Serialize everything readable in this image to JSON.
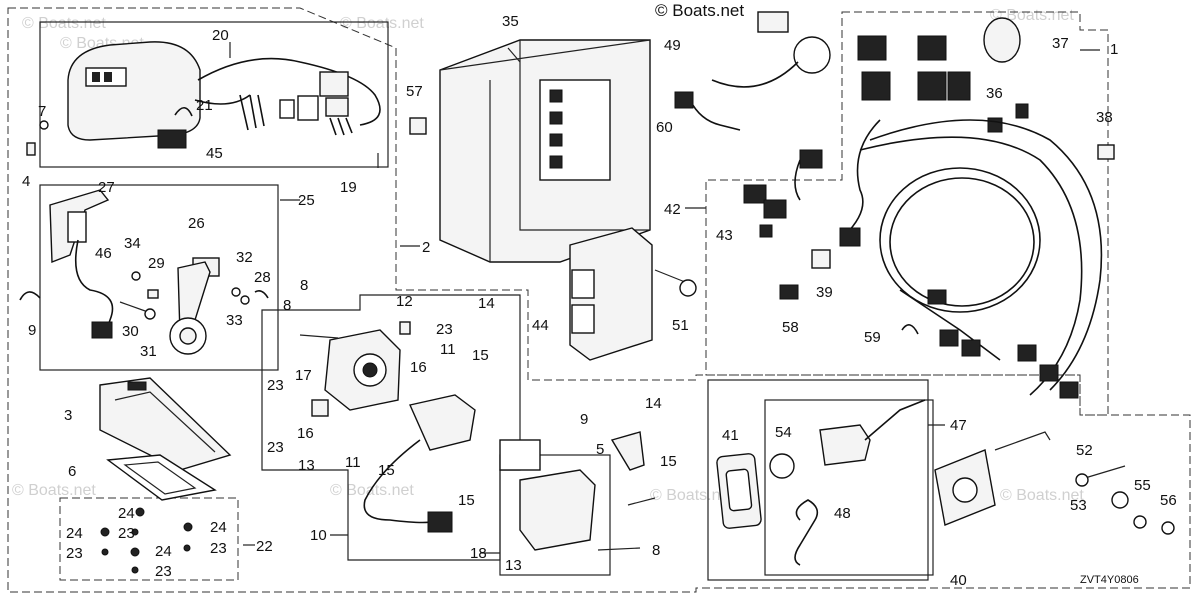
{
  "copyright": "© Boats.net",
  "watermark": "© Boats.net",
  "diagram_code": "ZVT4Y0806",
  "labels": {
    "p1": "1",
    "p2": "2",
    "p3": "3",
    "p4": "4",
    "p5": "5",
    "p6": "6",
    "p7": "7",
    "p8a": "8",
    "p8b": "8",
    "p8c": "8",
    "p9a": "9",
    "p9b": "9",
    "p10": "10",
    "p11a": "11",
    "p11b": "11",
    "p12": "12",
    "p13a": "13",
    "p13b": "13",
    "p14a": "14",
    "p14b": "14",
    "p15a": "15",
    "p15b": "15",
    "p15c": "15",
    "p15d": "15",
    "p16a": "16",
    "p16b": "16",
    "p17": "17",
    "p18": "18",
    "p19": "19",
    "p20": "20",
    "p21": "21",
    "p22": "22",
    "p23a": "23",
    "p23b": "23",
    "p23c": "23",
    "p23d": "23",
    "p23e": "23",
    "p23f": "23",
    "p23g": "23",
    "p24a": "24",
    "p24b": "24",
    "p24c": "24",
    "p24d": "24",
    "p25": "25",
    "p26": "26",
    "p27": "27",
    "p28": "28",
    "p29": "29",
    "p30": "30",
    "p31": "31",
    "p32": "32",
    "p33": "33",
    "p34": "34",
    "p35": "35",
    "p36": "36",
    "p37": "37",
    "p38": "38",
    "p39": "39",
    "p40": "40",
    "p41": "41",
    "p42": "42",
    "p43": "43",
    "p44": "44",
    "p45": "45",
    "p46": "46",
    "p47": "47",
    "p48": "48",
    "p49": "49",
    "p51": "51",
    "p52": "52",
    "p53": "53",
    "p54": "54",
    "p55": "55",
    "p56": "56",
    "p57": "57",
    "p58": "58",
    "p59": "59",
    "p60": "60"
  }
}
